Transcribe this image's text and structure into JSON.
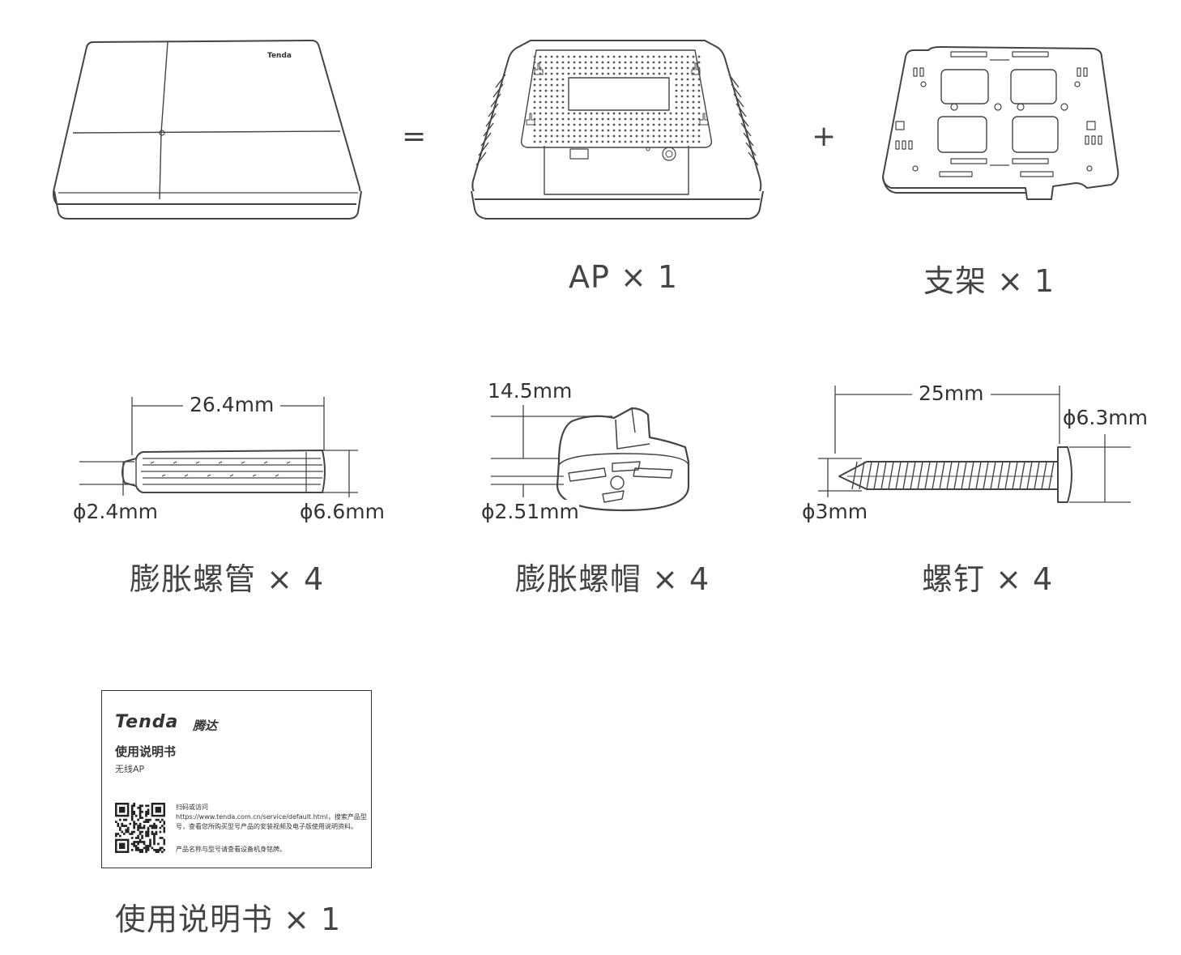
{
  "symbols": {
    "equals": "=",
    "plus": "+"
  },
  "captions": {
    "ap": "AP × 1",
    "bracket": "支架 × 1",
    "anchor": "膨胀螺管 × 4",
    "anchor_cap": "膨胀螺帽 × 4",
    "screw": "螺钉 × 4",
    "manual": "使用说明书 × 1"
  },
  "dimensions": {
    "anchor_length": "26.4mm",
    "anchor_inner": "ϕ2.4mm",
    "anchor_outer": "ϕ6.6mm",
    "cap_height": "14.5mm",
    "cap_hole": "ϕ2.51mm",
    "screw_length": "25mm",
    "screw_head": "ϕ6.3mm",
    "screw_shaft": "ϕ3mm"
  },
  "device": {
    "logo": "Tenda"
  },
  "manual": {
    "brand": "Tenda",
    "brand_cn": "腾达",
    "title": "使用说明书",
    "subtitle": "无线AP",
    "scan_label": "扫码或访问",
    "instructions": "https://www.tenda.com.cn/service/default.html，搜索产品型号，查看您所购买型号产品的安装视频及电子版使用说明资料。",
    "note": "产品名称与型号请查看设备机身铭牌。"
  },
  "icons": [
    "ap-front-illustration",
    "ap-back-illustration",
    "bracket-illustration",
    "anchor-tube-illustration",
    "anchor-cap-illustration",
    "screw-illustration",
    "qr-code-icon"
  ]
}
